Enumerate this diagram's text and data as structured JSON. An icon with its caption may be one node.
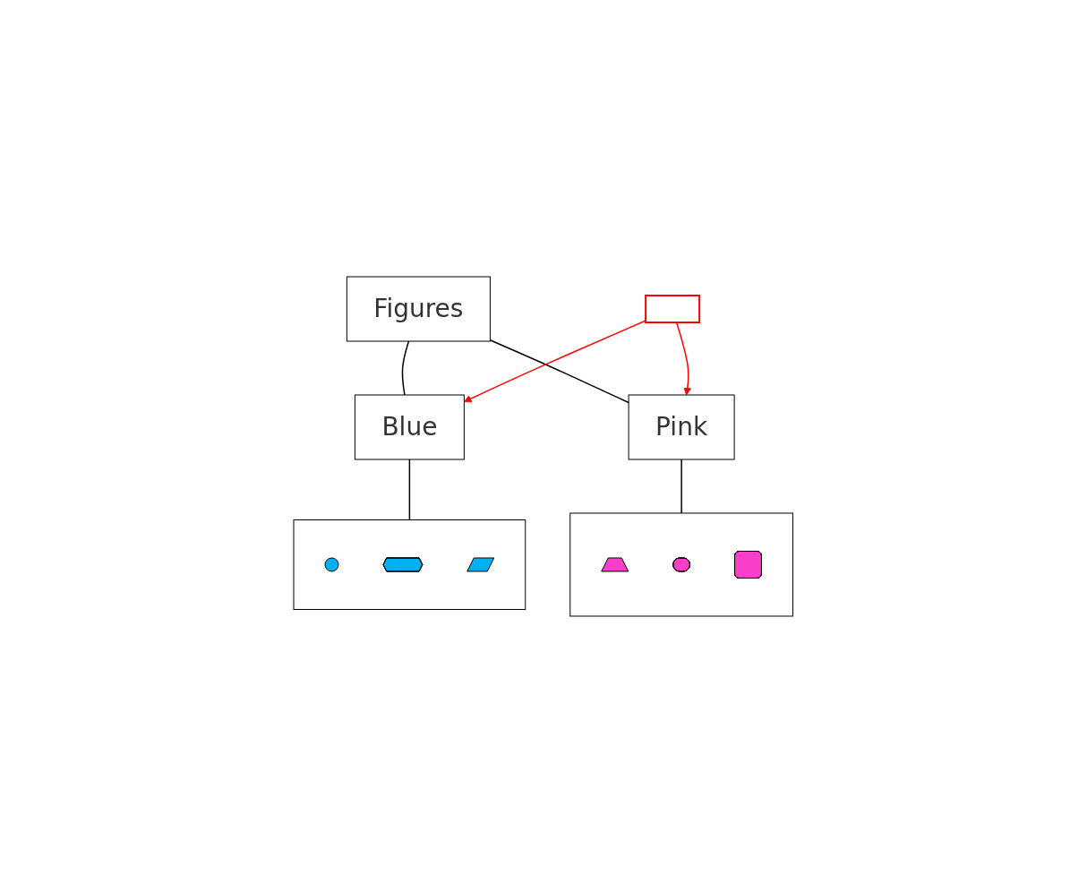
{
  "diagram": {
    "nodes": [
      {
        "text": [],
        "shape": "box"
      },
      {
        "text": [
          "Figures"
        ]
      },
      {
        "text": [
          "Blue"
        ]
      },
      {
        "text": [
          "Pink"
        ]
      },
      {
        "text": [],
        "shape": "box"
      },
      {
        "text": [],
        "shape": "circle",
        "in": 4
      },
      {
        "text": [],
        "shape": "pentagon",
        "in": 4
      },
      {
        "text": [],
        "shape": "parallelogram",
        "in": 4
      },
      {
        "text": [],
        "shape": "box"
      },
      {
        "text": [],
        "shape": "triangle",
        "in": 8
      },
      {
        "text": [],
        "shape": "ellipse",
        "in": 8
      },
      {
        "text": [],
        "shape": "crescent",
        "in": 8
      }
    ],
    "edges": [
      {
        "from": 1,
        "to": 2,
        "arrow": "none"
      },
      {
        "from": 1,
        "to": 3,
        "arrow": "none"
      },
      {
        "from": 2,
        "to": 4,
        "arrow": "none"
      },
      {
        "from": 3,
        "to": 8,
        "arrow": "none"
      },
      {
        "from": 0,
        "to": 2,
        "arrow": "to",
        "color": "#ff0000"
      },
      {
        "from": 0,
        "to": 3,
        "arrow": "to",
        "color": "#ff0000"
      }
    ]
  }
}
